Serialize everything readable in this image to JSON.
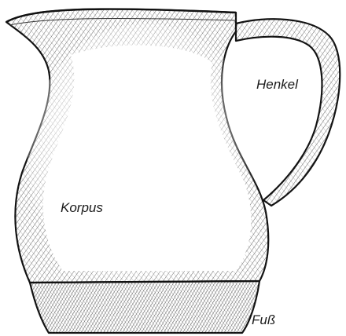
{
  "labels": {
    "handle": "Henkel",
    "body": "Korpus",
    "foot": "Fuß"
  }
}
